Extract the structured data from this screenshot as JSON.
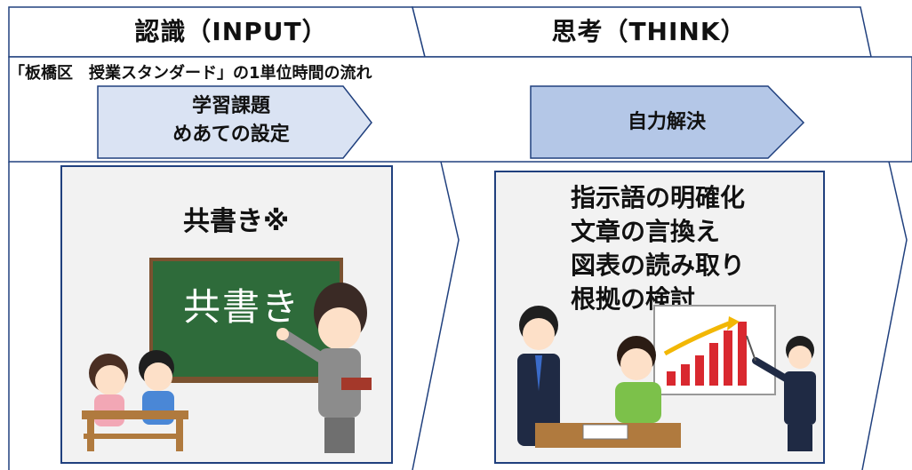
{
  "headers": {
    "input": "認識（INPUT）",
    "think": "思考（THINK）"
  },
  "subtitle": "「板橋区　授業スタンダード」の1単位時間の流れ",
  "steps": {
    "input_line1": "学習課題",
    "input_line2": "めあての設定",
    "think": "自力解決"
  },
  "cards": {
    "input_title": "共書き※",
    "board_text": "共書き",
    "think_items": [
      "指示語の明確化",
      "文章の言換え",
      "図表の読み取り",
      "根拠の検討"
    ]
  },
  "colors": {
    "outline": "#20407e",
    "step_fill_light": "#dae3f3",
    "step_fill_dark": "#b4c7e7",
    "card_fill": "#f2f2f2",
    "board": "#2e6b3a"
  }
}
